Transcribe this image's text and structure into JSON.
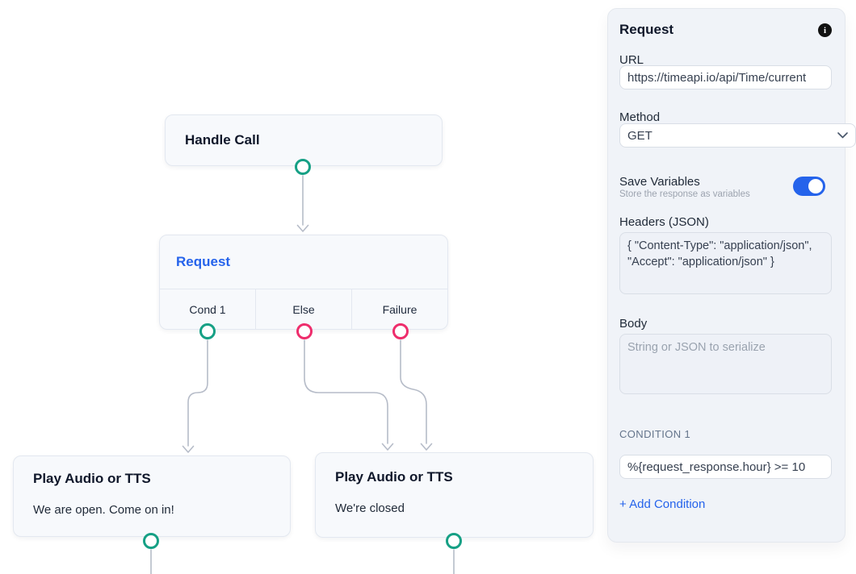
{
  "canvas": {
    "nodes": [
      {
        "id": "handle-call",
        "title": "Handle Call"
      },
      {
        "id": "request",
        "title": "Request",
        "branches": [
          "Cond 1",
          "Else",
          "Failure"
        ]
      },
      {
        "id": "play-open",
        "title": "Play Audio or TTS",
        "subtitle": "We are open. Come on in!"
      },
      {
        "id": "play-closed",
        "title": "Play Audio or TTS",
        "subtitle": "We're closed"
      }
    ],
    "port_colors": {
      "success": "#16a085",
      "alternate": "#ee2d6c"
    },
    "edge_color": "#b6bcc8"
  },
  "panel": {
    "title": "Request",
    "info_icon": "i",
    "url": {
      "label": "URL",
      "value": "https://timeapi.io/api/Time/current"
    },
    "method": {
      "label": "Method",
      "value": "GET"
    },
    "save_variables": {
      "label": "Save Variables",
      "subtitle": "Store the response as variables",
      "enabled": true
    },
    "headers": {
      "label": "Headers (JSON)",
      "value": "{ \"Content-Type\": \"application/json\", \"Accept\": \"application/json\" }"
    },
    "body": {
      "label": "Body",
      "value": "",
      "placeholder": "String or JSON to serialize"
    },
    "condition": {
      "label": "CONDITION 1",
      "value": "%{request_response.hour} >= 10"
    },
    "add_condition_label": "+ Add Condition",
    "accent_blue": "#2563eb"
  }
}
